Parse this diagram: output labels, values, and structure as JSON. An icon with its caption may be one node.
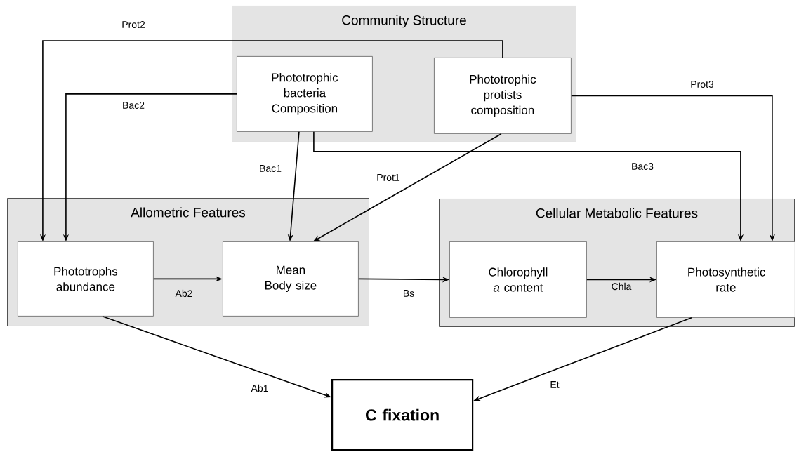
{
  "diagram": {
    "nodes": [
      {
        "text": [
          "Community Structure"
        ]
      },
      {
        "text": [
          "Phototrophic bacteria Composition"
        ],
        "in": 0
      },
      {
        "text": [
          "Phototrophic protists composition"
        ],
        "in": 0
      },
      {
        "text": [
          "Allometric Features"
        ]
      },
      {
        "text": [
          "Phototrophs abundance"
        ],
        "in": 3
      },
      {
        "text": [
          "Mean Body size"
        ],
        "in": 3
      },
      {
        "text": [
          "Cellular Metabolic Features"
        ]
      },
      {
        "text": [
          "Chlorophyll *a* content"
        ],
        "in": 6
      },
      {
        "text": [
          "Photosynthetic rate"
        ],
        "in": 6
      },
      {
        "text": [
          "C fixation"
        ]
      }
    ],
    "edges": [
      {
        "from": 2,
        "to": 4,
        "arrow": "to",
        "label": "Prot2"
      },
      {
        "from": 1,
        "to": 4,
        "arrow": "to",
        "label": "Bac2"
      },
      {
        "from": 1,
        "to": 5,
        "arrow": "to",
        "label": "Bac1"
      },
      {
        "from": 2,
        "to": 5,
        "arrow": "to",
        "label": "Prot1"
      },
      {
        "from": 1,
        "to": 8,
        "arrow": "to",
        "label": "Bac3"
      },
      {
        "from": 2,
        "to": 8,
        "arrow": "to",
        "label": "Prot3"
      },
      {
        "from": 4,
        "to": 5,
        "arrow": "to",
        "label": "Ab2"
      },
      {
        "from": 5,
        "to": 7,
        "arrow": "to",
        "label": "Bs"
      },
      {
        "from": 7,
        "to": 8,
        "arrow": "to",
        "label": "Chla"
      },
      {
        "from": 4,
        "to": 9,
        "arrow": "to",
        "label": "Ab1"
      },
      {
        "from": 8,
        "to": 9,
        "arrow": "to",
        "label": "Et"
      }
    ]
  }
}
